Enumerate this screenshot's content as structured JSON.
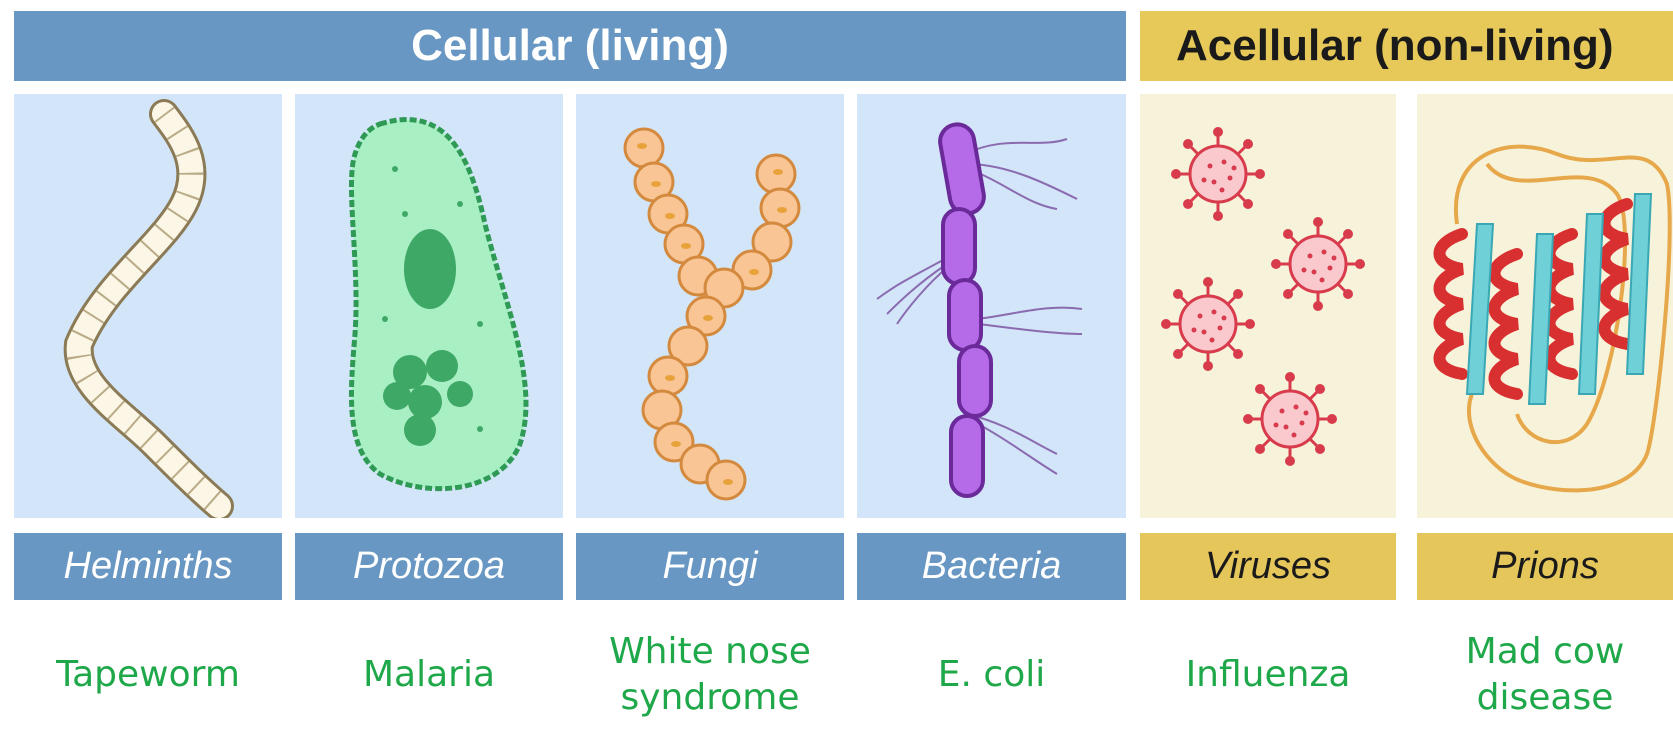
{
  "headers": {
    "cellular": "Cellular (living)",
    "acellular": "Acellular (non-living)"
  },
  "groups": [
    {
      "label": "Helminths",
      "example": "Tapeworm",
      "icon": "tapeworm-icon"
    },
    {
      "label": "Protozoa",
      "example": "Malaria",
      "icon": "protozoa-cell-icon"
    },
    {
      "label": "Fungi",
      "example": "White nose\nsyndrome",
      "icon": "fungi-chain-icon"
    },
    {
      "label": "Bacteria",
      "example": "E. coli",
      "icon": "bacteria-icon"
    },
    {
      "label": "Viruses",
      "example": "Influenza",
      "icon": "virus-icon"
    },
    {
      "label": "Prions",
      "example": "Mad cow\ndisease",
      "icon": "prion-protein-icon"
    }
  ],
  "colors": {
    "cellular_header": "#6797c2",
    "acellular_header": "#e7c95a",
    "cellular_panel": "#d3e5f8",
    "acellular_panel": "#f7f3da",
    "example_text": "#1fa84a"
  }
}
